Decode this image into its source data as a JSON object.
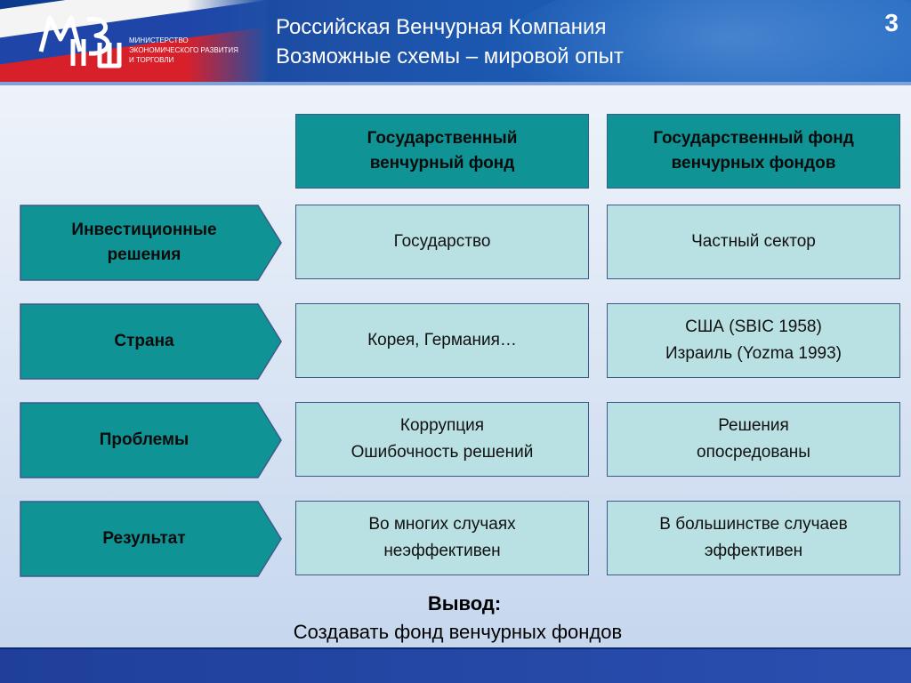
{
  "header": {
    "logo_text_lines": [
      "МИНИСТЕРСТВО",
      "ЭКОНОМИЧЕСКОГО РАЗВИТИЯ",
      "И ТОРГОВЛИ"
    ],
    "title_line1": "Российская Венчурная Компания",
    "title_line2": "Возможные схемы – мировой опыт",
    "page_number": "3"
  },
  "columns": [
    {
      "line1": "Государственный",
      "line2": "венчурный фонд"
    },
    {
      "line1": "Государственный фонд",
      "line2": "венчурных фондов"
    }
  ],
  "rows": [
    {
      "label": [
        "Инвестиционные",
        "решения"
      ],
      "cells": [
        [
          "Государство"
        ],
        [
          "Частный сектор"
        ]
      ]
    },
    {
      "label": [
        "Страна"
      ],
      "cells": [
        [
          "Корея, Германия…"
        ],
        [
          "США (SBIC 1958)",
          "Израиль (Yozma 1993)"
        ]
      ]
    },
    {
      "label": [
        "Проблемы"
      ],
      "cells": [
        [
          "Коррупция",
          "Ошибочность решений"
        ],
        [
          "Решения",
          "опосредованы"
        ]
      ]
    },
    {
      "label": [
        "Результат"
      ],
      "cells": [
        [
          "Во многих случаях",
          "неэффективен"
        ],
        [
          "В большинстве случаев",
          "эффективен"
        ]
      ]
    }
  ],
  "conclusion": {
    "heading": "Вывод:",
    "text": "Создавать фонд венчурных фондов"
  },
  "colors": {
    "teal": "#0f9395",
    "light_cell": "#b9e0e2",
    "header_blue": "#1e4fa6"
  }
}
